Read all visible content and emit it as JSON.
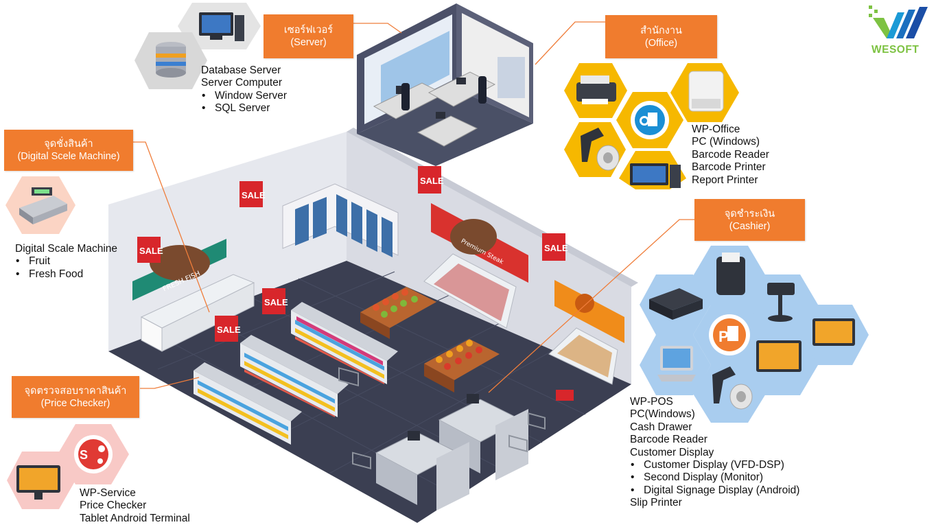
{
  "logo": {
    "text": "WESOFT"
  },
  "colors": {
    "callout": "#f07c2e",
    "hex_yellow": "#f6b800",
    "hex_blue": "#a9cdef",
    "hex_pink": "#f8c9c6",
    "hex_gray": "#e3e3e3",
    "floor": "#3b3f52",
    "wall": "#e9ebf0"
  },
  "callouts": {
    "server": {
      "thai": "เซอร์ฟเวอร์",
      "eng": "(Server)"
    },
    "office": {
      "thai": "สำนักงาน",
      "eng": "(Office)"
    },
    "scale": {
      "thai": "จุดชั่งสินค้า",
      "eng": "(Digital Scele Machine)"
    },
    "cashier": {
      "thai": "จุดชำระเงิน",
      "eng": "(Cashier)"
    },
    "checker": {
      "thai": "จุดตรวจสอบราคาสินค้า",
      "eng": "(Price Checker)"
    }
  },
  "server_text": {
    "l1": "Database Server",
    "l2": "Server Computer",
    "b1": "Window Server",
    "b2": "SQL Server"
  },
  "office_text": {
    "l1": "WP-Office",
    "l2": "PC (Windows)",
    "l3": "Barcode Reader",
    "l4": "Barcode Printer",
    "l5": "Report Printer"
  },
  "scale_text": {
    "l1": "Digital Scale Machine",
    "b1": "Fruit",
    "b2": "Fresh Food"
  },
  "checker_text": {
    "l1": "WP-Service",
    "l2": "Price Checker",
    "l3": "Tablet Android Terminal"
  },
  "pos_text": {
    "l1": "WP-POS",
    "l2": "PC(Windows)",
    "l3": "Cash Drawer",
    "l4": "Barcode Reader",
    "l5": "Customer Display",
    "b1": "Customer Display (VFD-DSP)",
    "b2": "Second Display (Monitor)",
    "b3": "Digital Signage Display (Android)",
    "l6": "Slip Printer"
  },
  "store_signs": {
    "sale": "SALE",
    "fresh_fish": "FRESH FISH",
    "premium_steak": "Premium Steak"
  },
  "icons": {
    "office_app": "office-app-icon",
    "pos_app": "pos-app-icon",
    "service_app": "service-app-icon",
    "printer": "inkjet-printer-icon",
    "label_printer": "label-printer-icon",
    "scanner": "barcode-scanner-icon",
    "pc": "desktop-pc-icon",
    "database": "database-icon",
    "scale": "digital-scale-icon",
    "cash_drawer": "cash-drawer-icon",
    "slip_printer": "slip-printer-icon",
    "vfd": "customer-display-icon",
    "tablet": "tablet-terminal-icon",
    "pos_terminal": "pos-terminal-icon"
  }
}
